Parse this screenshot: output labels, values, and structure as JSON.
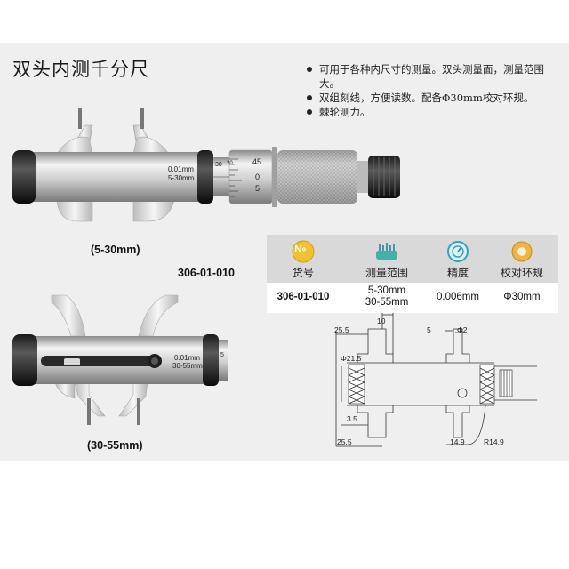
{
  "title": "双头内测千分尺",
  "features": [
    "可用于各种内尺寸的测量。双头测量面，测量范围大。",
    "双组刻线，方便读数。配备Φ30mm校对环规。",
    "棘轮测力。"
  ],
  "products": {
    "top_caption": "(5-30mm)",
    "top_label": "306-01-010",
    "bottom_caption": "(30-55mm)",
    "top_barrel_text": [
      "0.01mm",
      "5-30mm"
    ],
    "bottom_barrel_text": [
      "0.01mm",
      "30-55mm"
    ],
    "top_scale": [
      "30",
      "20",
      "45",
      "0",
      "5"
    ],
    "bottom_scale": "5"
  },
  "spec_table": {
    "headers": [
      "货号",
      "测量范围",
      "精度",
      "校对环规"
    ],
    "row": {
      "item_no": "306-01-010",
      "range_1": "5-30mm",
      "range_2": "30-55mm",
      "precision": "0.006mm",
      "ring": "Φ30mm"
    },
    "icon_no_text": "№"
  },
  "drawing": {
    "dims": {
      "d1": "25.5",
      "d2": "10",
      "d3": "5",
      "d4": "Φ2",
      "d5": "Φ21.5",
      "d6": "3.5",
      "d7": "25.5",
      "d8": "14.9",
      "d9": "R14.9"
    }
  }
}
